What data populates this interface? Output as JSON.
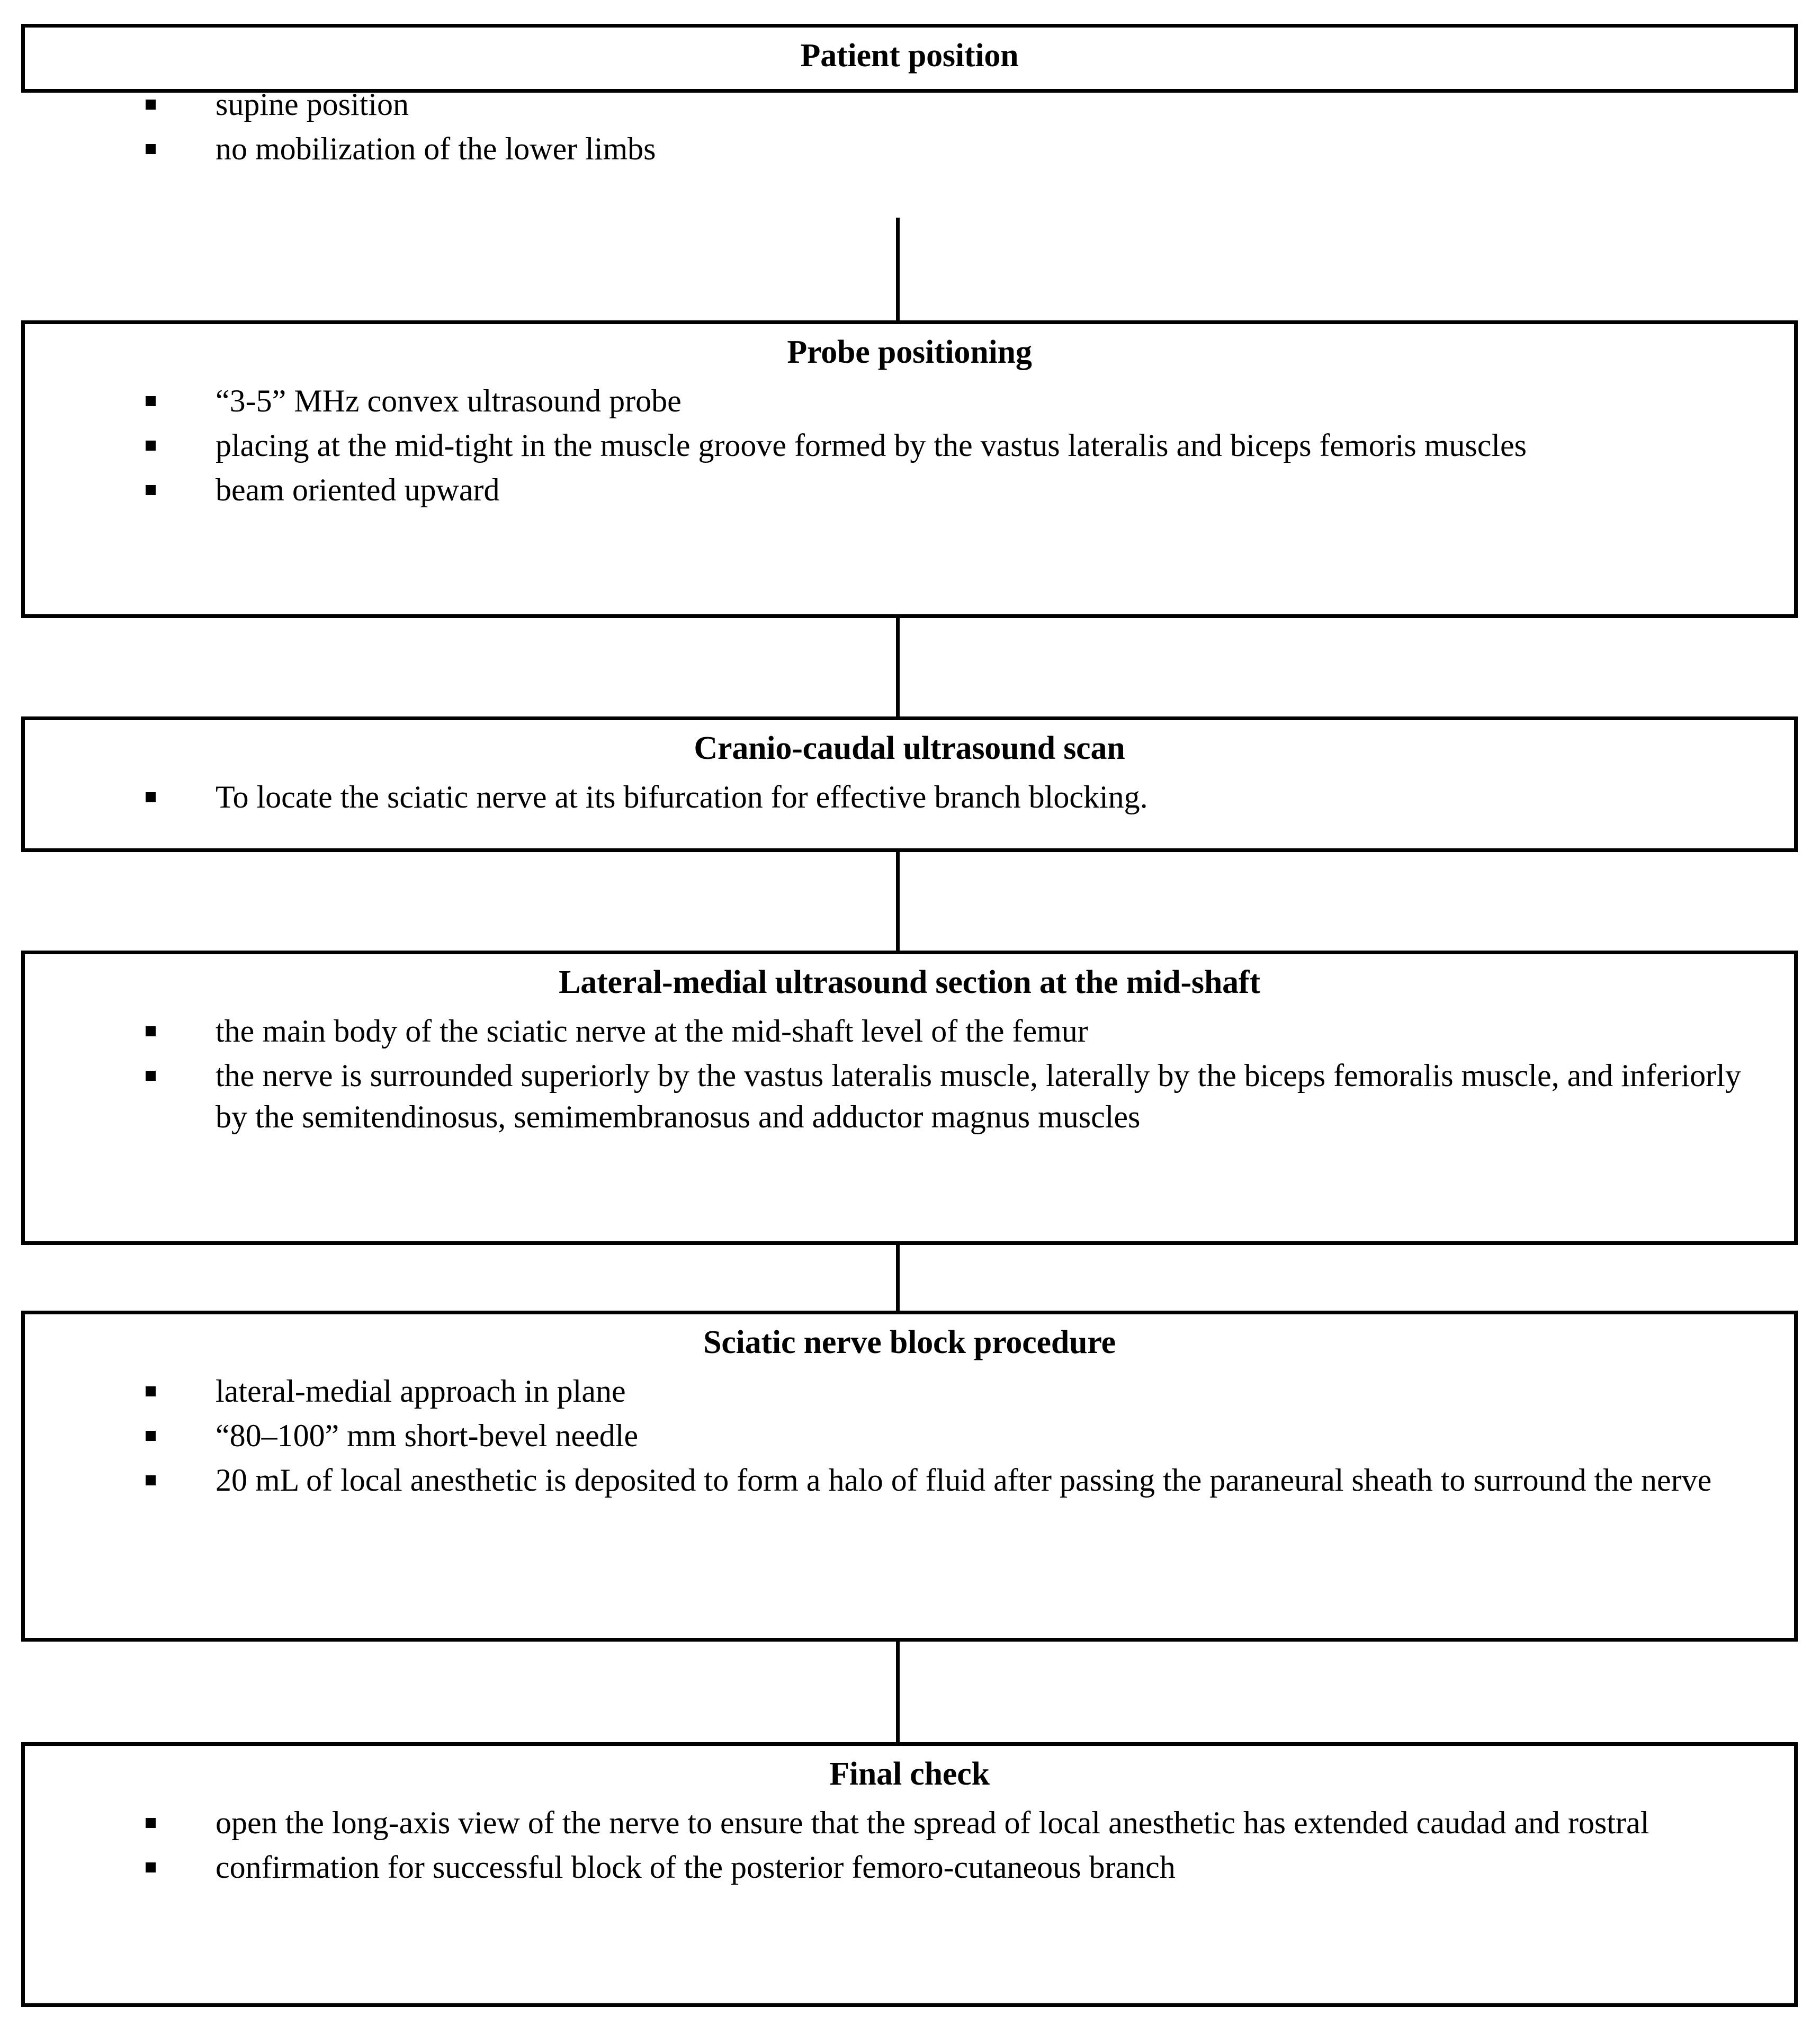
{
  "diagram": {
    "type": "flowchart",
    "orientation": "vertical",
    "title": "Ultrasound-guided sciatic nerve block procedure flowchart",
    "border_color": "#000000",
    "background_color": "#ffffff",
    "bullet_glyph": "filled-square",
    "steps": [
      {
        "id": "patient-position",
        "title": "Patient position",
        "bullets": [
          "supine position",
          "no mobilization of the lower limbs"
        ]
      },
      {
        "id": "probe-positioning",
        "title": "Probe positioning",
        "bullets": [
          "“3-5” MHz convex ultrasound probe",
          "placing at the mid-tight in the muscle groove formed by the vastus lateralis and biceps femoris muscles",
          "beam oriented upward"
        ]
      },
      {
        "id": "cranio-caudal-ultrasound-scan",
        "title": "Cranio-caudal ultrasound scan",
        "bullets": [
          "To locate the sciatic nerve at its bifurcation for effective branch blocking."
        ]
      },
      {
        "id": "lateral-medial-ultrasound-section",
        "title": "Lateral-medial ultrasound section at the mid-shaft",
        "bullets": [
          "the main body of the sciatic nerve at the mid-shaft level of the femur",
          "the nerve is surrounded superiorly by the vastus lateralis muscle, laterally by the biceps femoralis muscle, and inferiorly by the semitendinosus, semimembranosus and adductor magnus muscles"
        ]
      },
      {
        "id": "sciatic-nerve-block-procedure",
        "title": "Sciatic nerve block procedure",
        "bullets": [
          "lateral-medial approach in plane",
          "“80–100” mm short-bevel needle",
          "20 mL of local anesthetic is deposited to form a halo of fluid after passing the paraneural sheath to surround the nerve"
        ]
      },
      {
        "id": "final-check",
        "title": "Final check",
        "bullets": [
          "open the long-axis view of the nerve to ensure that the spread of local anesthetic has extended caudad and rostral",
          "confirmation for successful block of the posterior femoro-cutaneous branch"
        ]
      }
    ]
  }
}
